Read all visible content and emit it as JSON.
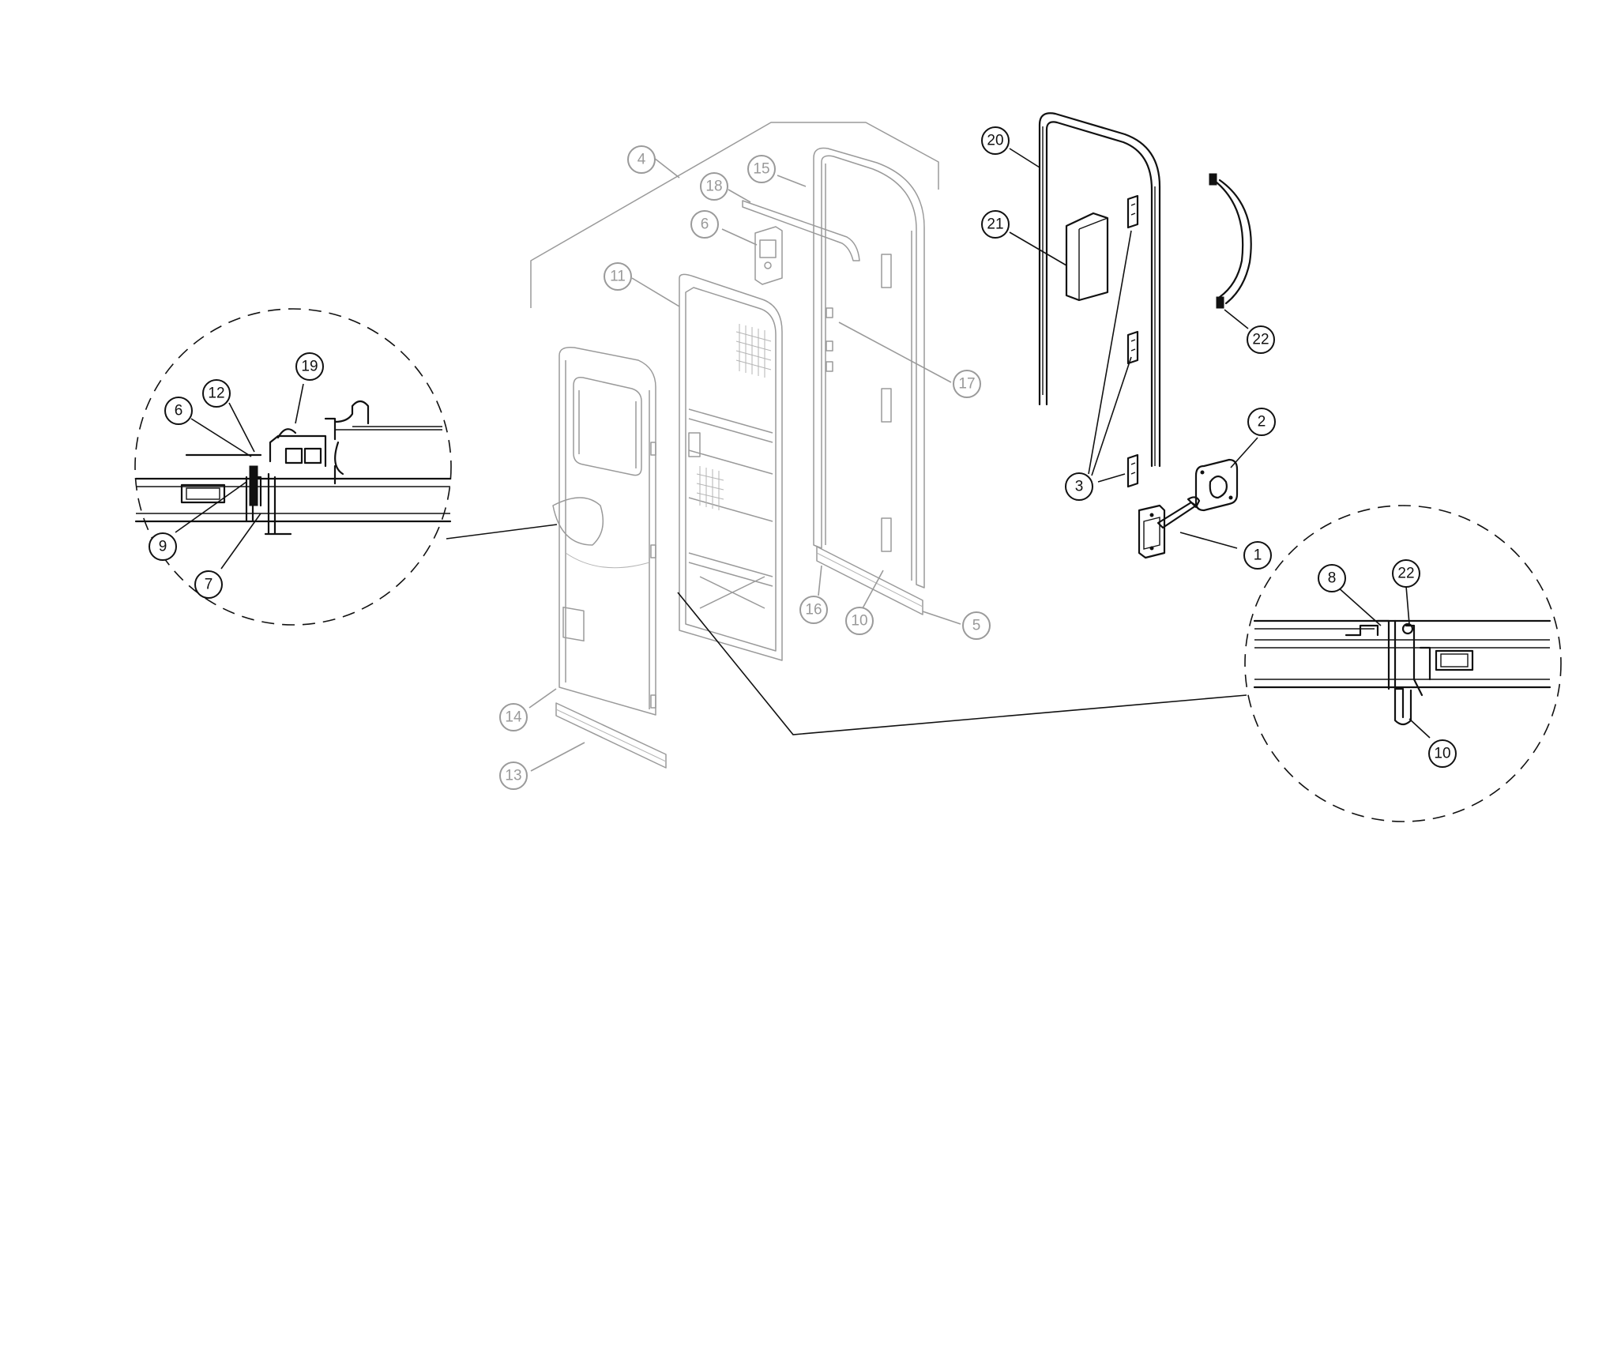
{
  "callouts": {
    "c1": "1",
    "c2": "2",
    "c3": "3",
    "c4": "4",
    "c5": "5",
    "c6_main": "6",
    "c6_detail": "6",
    "c7": "7",
    "c8": "8",
    "c9": "9",
    "c10_main": "10",
    "c10_detail": "10",
    "c11": "11",
    "c12": "12",
    "c13": "13",
    "c14": "14",
    "c15": "15",
    "c16": "16",
    "c17": "17",
    "c18": "18",
    "c19": "19",
    "c20": "20",
    "c21": "21",
    "c22_main": "22",
    "c22_detail": "22"
  }
}
